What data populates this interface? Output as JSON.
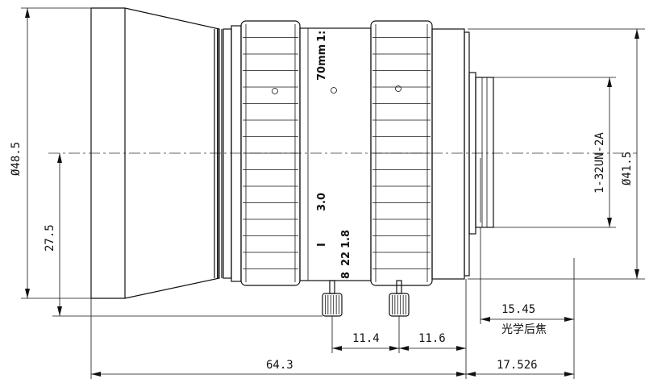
{
  "dimensions": {
    "overall_diameter": "Ø48.5",
    "center_height": "27.5",
    "mount_diameter": "Ø41.5",
    "thread": "1-32UN-2A",
    "optical_back_focus": "15.45",
    "optical_back_focus_label": "光学后焦",
    "knob_spacing_a": "11.4",
    "knob_spacing_b": "11.6",
    "total_length": "64.3",
    "flange_distance": "17.526"
  },
  "lens_markings": {
    "focal_length": "70mm",
    "focal_suffix": "1:",
    "aperture_max": "1.8",
    "aperture_a": "22",
    "aperture_b": "8",
    "distance_mark": "3.0",
    "infinity_mark": "I"
  }
}
